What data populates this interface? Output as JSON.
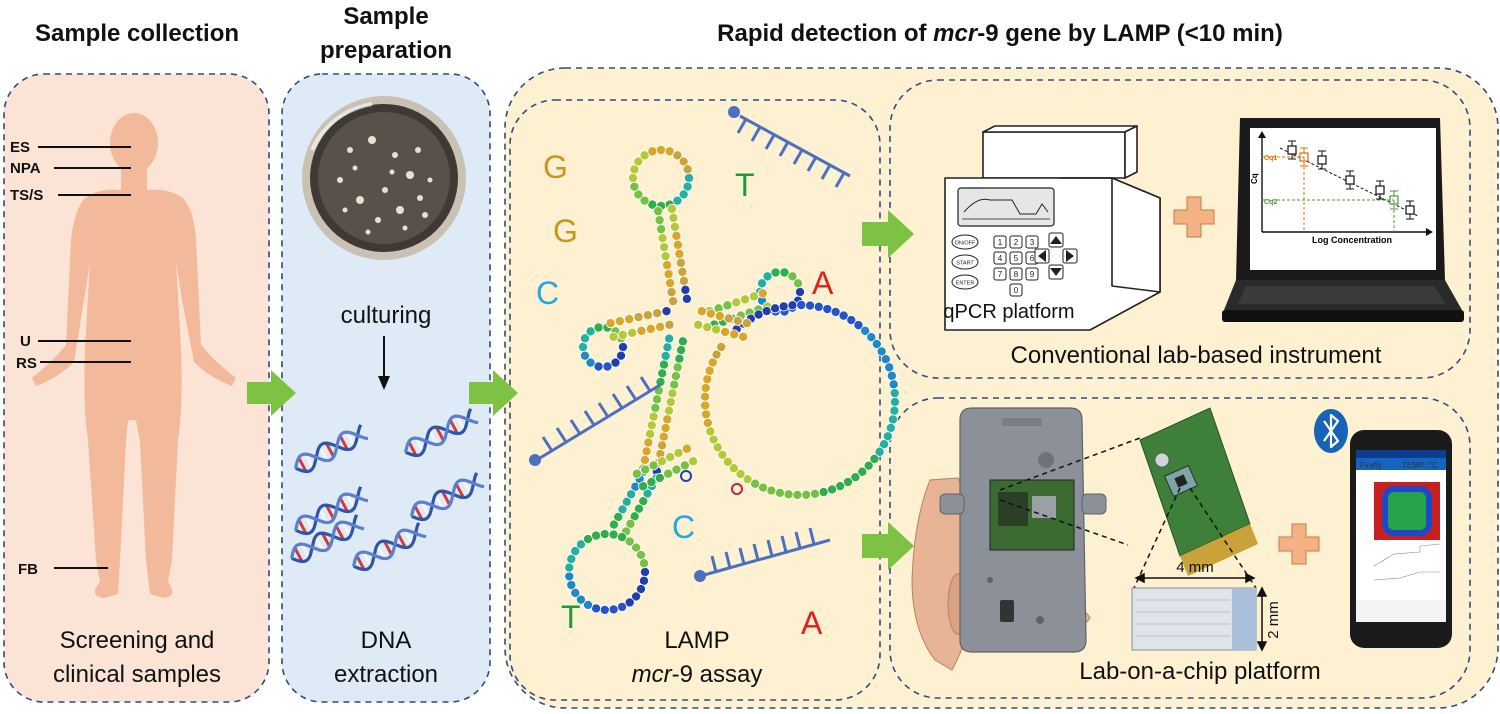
{
  "headers": {
    "sample_collection": "Sample collection",
    "sample_preparation_line1": "Sample",
    "sample_preparation_line2": "preparation",
    "detection_prefix": "Rapid detection of ",
    "detection_gene": "mcr",
    "detection_suffix": "-9 gene by LAMP (<10 min)"
  },
  "body_sites": [
    "ES",
    "NPA",
    "TS/S",
    "U",
    "RS",
    "FB"
  ],
  "captions": {
    "screening_line1": "Screening and",
    "screening_line2": "clinical samples",
    "culturing": "culturing",
    "dna_line1": "DNA",
    "dna_line2": "extraction",
    "lamp_line1": "LAMP",
    "lamp_gene": "mcr",
    "lamp_suffix": "-9 assay",
    "qpcr": "qPCR platform",
    "conventional": "Conventional lab-based instrument",
    "loc": "Lab-on-a-chip platform",
    "dim_width": "4 mm",
    "dim_height": "2 mm"
  },
  "nucleotides": [
    {
      "letter": "G",
      "color": "#c8961e"
    },
    {
      "letter": "G",
      "color": "#c8961e"
    },
    {
      "letter": "C",
      "color": "#2aa6df"
    },
    {
      "letter": "T",
      "color": "#1e9a3c"
    },
    {
      "letter": "A",
      "color": "#e0201b"
    },
    {
      "letter": "C",
      "color": "#2aa6df"
    },
    {
      "letter": "T",
      "color": "#1e9a3c"
    },
    {
      "letter": "A",
      "color": "#e0201b"
    }
  ],
  "qpcr_plot": {
    "xlabel": "Log Concentration",
    "ylabel": "Cq",
    "marker_labels": [
      "Cq1",
      "Cq2"
    ]
  },
  "qpcr_keypad": {
    "side_buttons": [
      "ON/OFF",
      "START",
      "ENTER"
    ],
    "keys": [
      "1",
      "2",
      "3",
      "4",
      "5",
      "6",
      "7",
      "8",
      "9",
      "0"
    ]
  },
  "phone": {
    "app_name": "Firefly",
    "status": "TEMP: °C"
  },
  "colors": {
    "peach_panel": "#fbe3d6",
    "blue_panel": "#deebf7",
    "cream_panel": "#fdf1d2",
    "dash_border": "#2f4d7e",
    "arrow_green": "#7dc242",
    "plus_orange": "#f4b183",
    "body_skin": "#f2b99b",
    "primer_blue": "#4d6fc1"
  }
}
